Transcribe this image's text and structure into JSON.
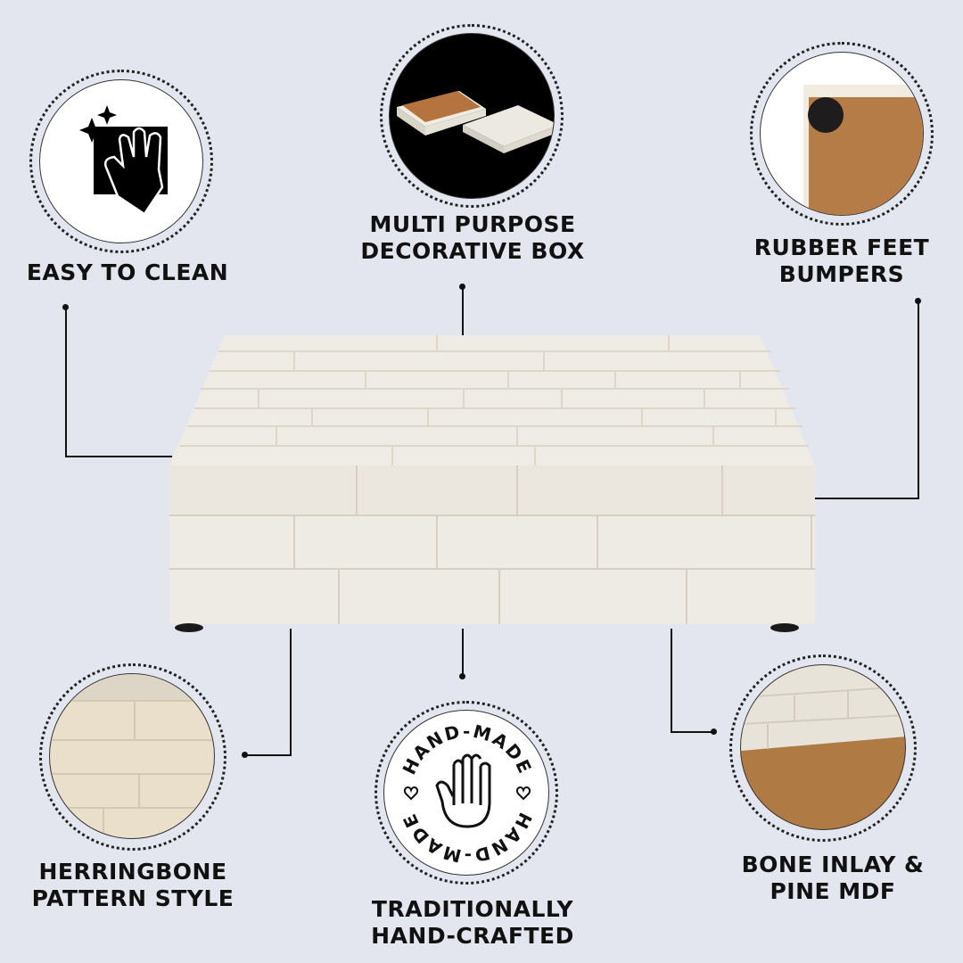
{
  "features": {
    "easy_clean": {
      "label": "EASY TO CLEAN",
      "icon": "hand-wiping-cloth-icon"
    },
    "multi_purpose": {
      "label_line1": "MULTI PURPOSE",
      "label_line2": "DECORATIVE BOX"
    },
    "rubber_feet": {
      "label_line1": "RUBBER FEET",
      "label_line2": "BUMPERS"
    },
    "herringbone": {
      "label_line1": "HERRINGBONE",
      "label_line2": "PATTERN STYLE"
    },
    "handcrafted": {
      "label_line1": "TRADITIONALLY",
      "label_line2": "HAND-CRAFTED",
      "badge_text": "HAND-MADE"
    },
    "bone_inlay": {
      "label_line1": "BONE INLAY &",
      "label_line2": "PINE MDF"
    }
  },
  "colors": {
    "background": "#e3e6ef",
    "text": "#111111",
    "bone": "#efece4",
    "wood": "#b07a45"
  }
}
